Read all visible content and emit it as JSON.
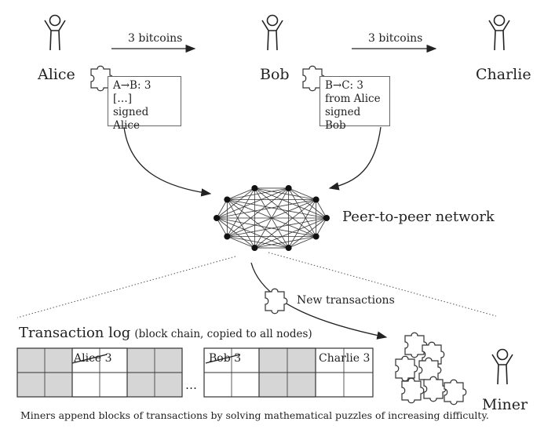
{
  "people": {
    "alice": "Alice",
    "bob": "Bob",
    "charlie": "Charlie",
    "miner": "Miner"
  },
  "arrows": {
    "alice_to_bob": "3 bitcoins",
    "bob_to_charlie": "3 bitcoins"
  },
  "transactions": {
    "ab": {
      "line1": "A→B: 3",
      "line2": "[…]",
      "line3": "signed Alice"
    },
    "bc": {
      "line1": "B→C: 3",
      "line2": "from Alice",
      "line3": "signed Bob"
    }
  },
  "network": {
    "label": "Peer-to-peer network"
  },
  "new_transactions": "New transactions",
  "log": {
    "title": "Transaction log",
    "subtitle": "(block chain, copied to all nodes)",
    "entry_alice": "Alice 3",
    "entry_bob": "Bob 3",
    "entry_charlie": "Charlie 3",
    "ellipsis": "…"
  },
  "caption": "Miners append blocks of transactions by solving mathematical puzzles of increasing difficulty."
}
